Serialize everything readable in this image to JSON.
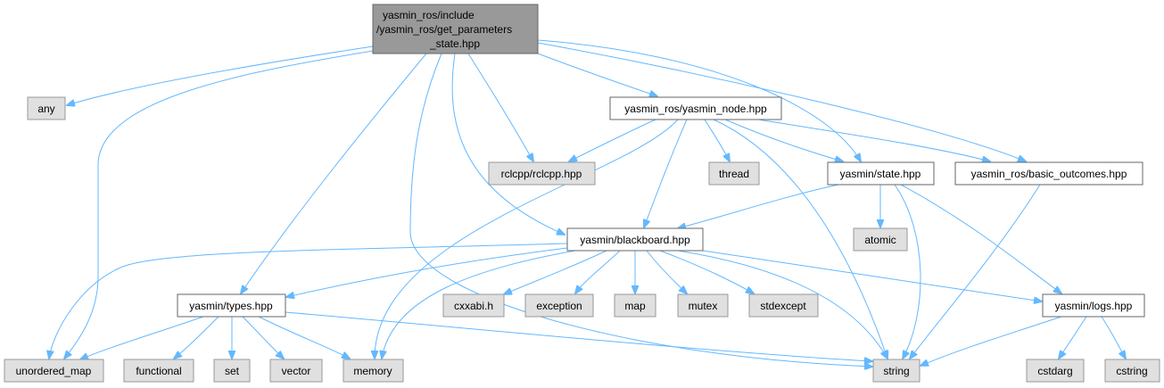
{
  "colors": {
    "edge": "#63b8ff",
    "root_fill": "#999999",
    "file_fill": "#ffffff",
    "system_fill": "#e0e0e0"
  },
  "nodes": {
    "root": {
      "lines": [
        "yasmin_ros/include",
        "/yasmin_ros/get_parameters",
        "_state.hpp"
      ],
      "kind": "root"
    },
    "any": {
      "label": "any",
      "kind": "system"
    },
    "yasmin_node": {
      "label": "yasmin_ros/yasmin_node.hpp",
      "kind": "file"
    },
    "rclcpp": {
      "label": "rclcpp/rclcpp.hpp",
      "kind": "system"
    },
    "thread": {
      "label": "thread",
      "kind": "system"
    },
    "state": {
      "label": "yasmin/state.hpp",
      "kind": "file"
    },
    "basic_outcomes": {
      "label": "yasmin_ros/basic_outcomes.hpp",
      "kind": "file"
    },
    "atomic": {
      "label": "atomic",
      "kind": "system"
    },
    "blackboard": {
      "label": "yasmin/blackboard.hpp",
      "kind": "file"
    },
    "types": {
      "label": "yasmin/types.hpp",
      "kind": "file"
    },
    "cxxabi": {
      "label": "cxxabi.h",
      "kind": "system"
    },
    "exception": {
      "label": "exception",
      "kind": "system"
    },
    "map": {
      "label": "map",
      "kind": "system"
    },
    "mutex": {
      "label": "mutex",
      "kind": "system"
    },
    "stdexcept": {
      "label": "stdexcept",
      "kind": "system"
    },
    "logs": {
      "label": "yasmin/logs.hpp",
      "kind": "file"
    },
    "unordered_map": {
      "label": "unordered_map",
      "kind": "system"
    },
    "functional": {
      "label": "functional",
      "kind": "system"
    },
    "set": {
      "label": "set",
      "kind": "system"
    },
    "vector": {
      "label": "vector",
      "kind": "system"
    },
    "memory": {
      "label": "memory",
      "kind": "system"
    },
    "string": {
      "label": "string",
      "kind": "system"
    },
    "cstdarg": {
      "label": "cstdarg",
      "kind": "system"
    },
    "cstring": {
      "label": "cstring",
      "kind": "system"
    }
  },
  "edges": [
    [
      "root",
      "any"
    ],
    [
      "root",
      "unordered_map"
    ],
    [
      "root",
      "types"
    ],
    [
      "root",
      "string"
    ],
    [
      "root",
      "blackboard"
    ],
    [
      "root",
      "rclcpp"
    ],
    [
      "root",
      "yasmin_node"
    ],
    [
      "root",
      "state"
    ],
    [
      "root",
      "basic_outcomes"
    ],
    [
      "yasmin_node",
      "rclcpp"
    ],
    [
      "yasmin_node",
      "memory"
    ],
    [
      "yasmin_node",
      "blackboard"
    ],
    [
      "yasmin_node",
      "thread"
    ],
    [
      "yasmin_node",
      "string"
    ],
    [
      "yasmin_node",
      "state"
    ],
    [
      "yasmin_node",
      "basic_outcomes"
    ],
    [
      "state",
      "blackboard"
    ],
    [
      "state",
      "atomic"
    ],
    [
      "state",
      "string"
    ],
    [
      "state",
      "logs"
    ],
    [
      "basic_outcomes",
      "string"
    ],
    [
      "blackboard",
      "unordered_map"
    ],
    [
      "blackboard",
      "types"
    ],
    [
      "blackboard",
      "memory"
    ],
    [
      "blackboard",
      "cxxabi"
    ],
    [
      "blackboard",
      "exception"
    ],
    [
      "blackboard",
      "map"
    ],
    [
      "blackboard",
      "mutex"
    ],
    [
      "blackboard",
      "stdexcept"
    ],
    [
      "blackboard",
      "string"
    ],
    [
      "blackboard",
      "logs"
    ],
    [
      "types",
      "unordered_map"
    ],
    [
      "types",
      "functional"
    ],
    [
      "types",
      "set"
    ],
    [
      "types",
      "vector"
    ],
    [
      "types",
      "memory"
    ],
    [
      "types",
      "string"
    ],
    [
      "logs",
      "string"
    ],
    [
      "logs",
      "cstdarg"
    ],
    [
      "logs",
      "cstring"
    ]
  ]
}
